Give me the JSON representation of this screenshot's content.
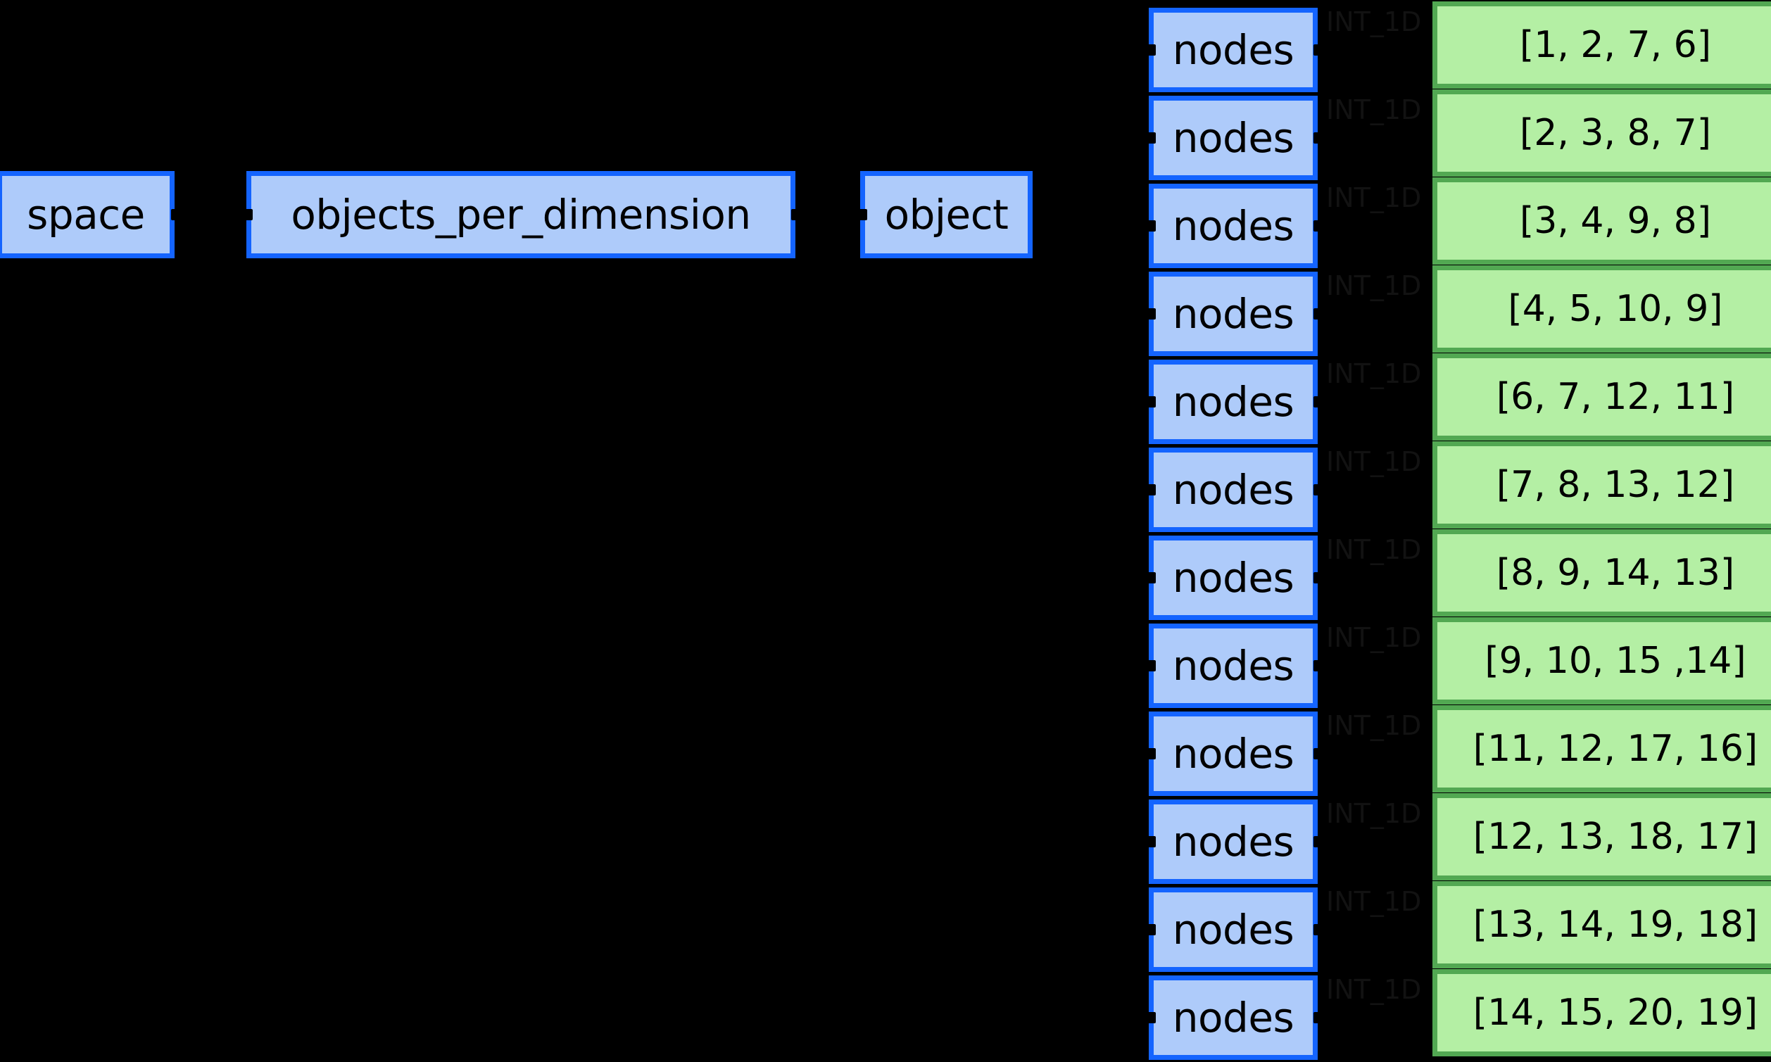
{
  "graph": {
    "background_color": "#000000",
    "node_fill": "#aecbfa",
    "node_border": "#1464ff",
    "value_fill": "#b4efa4",
    "value_border": "#52a852",
    "edge_label_color": "#121212",
    "top_nodes": [
      {
        "id": "space",
        "label": "space"
      },
      {
        "id": "objects_per_dimension",
        "label": "objects_per_dimension"
      },
      {
        "id": "object",
        "label": "object"
      }
    ],
    "edge_label_text": "INT_1D",
    "rows": [
      {
        "node_label": "nodes",
        "edge_label": "INT_1D",
        "value": "[1, 2, 7, 6]"
      },
      {
        "node_label": "nodes",
        "edge_label": "INT_1D",
        "value": "[2, 3, 8, 7]"
      },
      {
        "node_label": "nodes",
        "edge_label": "INT_1D",
        "value": "[3, 4, 9, 8]"
      },
      {
        "node_label": "nodes",
        "edge_label": "INT_1D",
        "value": "[4, 5, 10, 9]"
      },
      {
        "node_label": "nodes",
        "edge_label": "INT_1D",
        "value": "[6, 7, 12, 11]"
      },
      {
        "node_label": "nodes",
        "edge_label": "INT_1D",
        "value": "[7, 8, 13, 12]"
      },
      {
        "node_label": "nodes",
        "edge_label": "INT_1D",
        "value": "[8, 9, 14, 13]"
      },
      {
        "node_label": "nodes",
        "edge_label": "INT_1D",
        "value": "[9, 10, 15 ,14]"
      },
      {
        "node_label": "nodes",
        "edge_label": "INT_1D",
        "value": "[11, 12, 17, 16]"
      },
      {
        "node_label": "nodes",
        "edge_label": "INT_1D",
        "value": "[12, 13, 18, 17]"
      },
      {
        "node_label": "nodes",
        "edge_label": "INT_1D",
        "value": "[13, 14, 19, 18]"
      },
      {
        "node_label": "nodes",
        "edge_label": "INT_1D",
        "value": "[14, 15, 20, 19]"
      }
    ]
  }
}
